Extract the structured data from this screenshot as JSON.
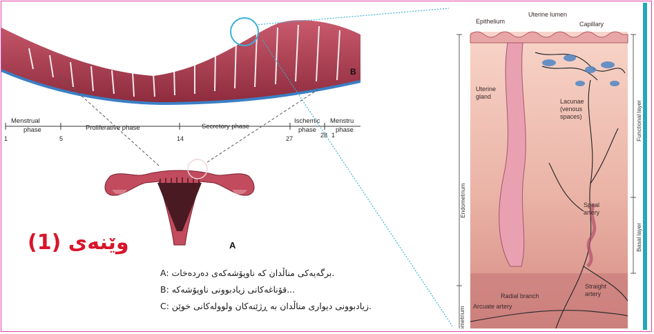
{
  "figure_title": "وێنەی (1)",
  "panel_a_label": "A",
  "panel_b_label": "B",
  "phases": [
    {
      "label_line1": "Menstrual",
      "label_line2": "phase"
    },
    {
      "label_line1": "Proliferative phase",
      "label_line2": ""
    },
    {
      "label_line1": "Secretory phase",
      "label_line2": ""
    },
    {
      "label_line1": "Ischemic",
      "label_line2": "phase"
    },
    {
      "label_line1": "Menstru",
      "label_line2": "phase"
    }
  ],
  "day_ticks": [
    "1",
    "5",
    "14",
    "27",
    "28",
    "1"
  ],
  "captions": [
    "A: برگەیەکی مناڵدان کە ناوپۆشەکەی دەردەخات.",
    "B: قۆناغەکانی زیادبوونی ناوپۆشەکە...",
    "C: زیادبوونی دیواری مناڵدان بە ڕژێنەکان ولوولەکانی خوێن."
  ],
  "right_labels": {
    "uterine_lumen": "Uterine lumen",
    "epithelium": "Epithelium",
    "capillary": "Capillary",
    "uterine_gland_1": "Uterine",
    "uterine_gland_2": "gland",
    "lacunae_1": "Lacunae",
    "lacunae_2": "(venous",
    "lacunae_3": "spaces)",
    "spiral_1": "Spiral",
    "spiral_2": "artery",
    "radial": "Radial branch",
    "straight_1": "Straight",
    "straight_2": "artery",
    "arcuate": "Arcuate artery",
    "endometrium": "Endometrium",
    "myometrium": "ometrium",
    "functional": "Functional layer",
    "basal": "Basal layer"
  },
  "colors": {
    "frame": "#e040a8",
    "title_red": "#d9142b",
    "tissue": "#b8465a",
    "tissue_light": "#e7a7ad",
    "blue_line": "#3b7fc4"
  }
}
